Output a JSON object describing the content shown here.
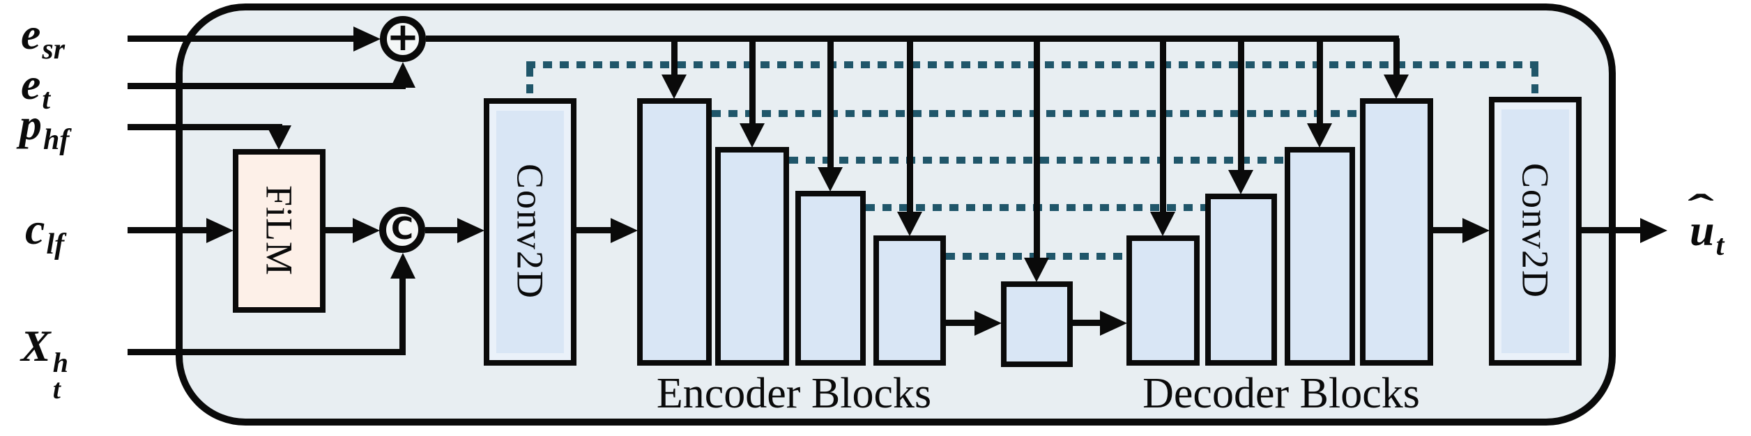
{
  "figure": {
    "inputs": [
      {
        "id": "e-sr",
        "main": "e",
        "sub": "sr"
      },
      {
        "id": "e-t",
        "main": "e",
        "sub": "t"
      },
      {
        "id": "p-hf",
        "main": "p",
        "sub": "hf"
      },
      {
        "id": "c-lf",
        "main": "c",
        "sub": "lf"
      },
      {
        "id": "x-t-h",
        "main": "X",
        "sup": "h",
        "sub": "t"
      }
    ],
    "output": {
      "id": "u-hat-t",
      "main": "u",
      "hat": "ˆ",
      "sub": "t"
    },
    "operators": {
      "add": "+",
      "concat": "C"
    },
    "blocks": {
      "film": "FiLM",
      "conv_in": "Conv2D",
      "conv_out": "Conv2D"
    },
    "sections": {
      "encoder": "Encoder Blocks",
      "decoder": "Decoder Blocks"
    },
    "colors": {
      "panel_fill": "#e8eef2",
      "block_fill": "#d9e6f5",
      "film_fill": "#fdf0e8",
      "skip_dotted": "#20566a",
      "line": "#0a0a0a"
    }
  }
}
